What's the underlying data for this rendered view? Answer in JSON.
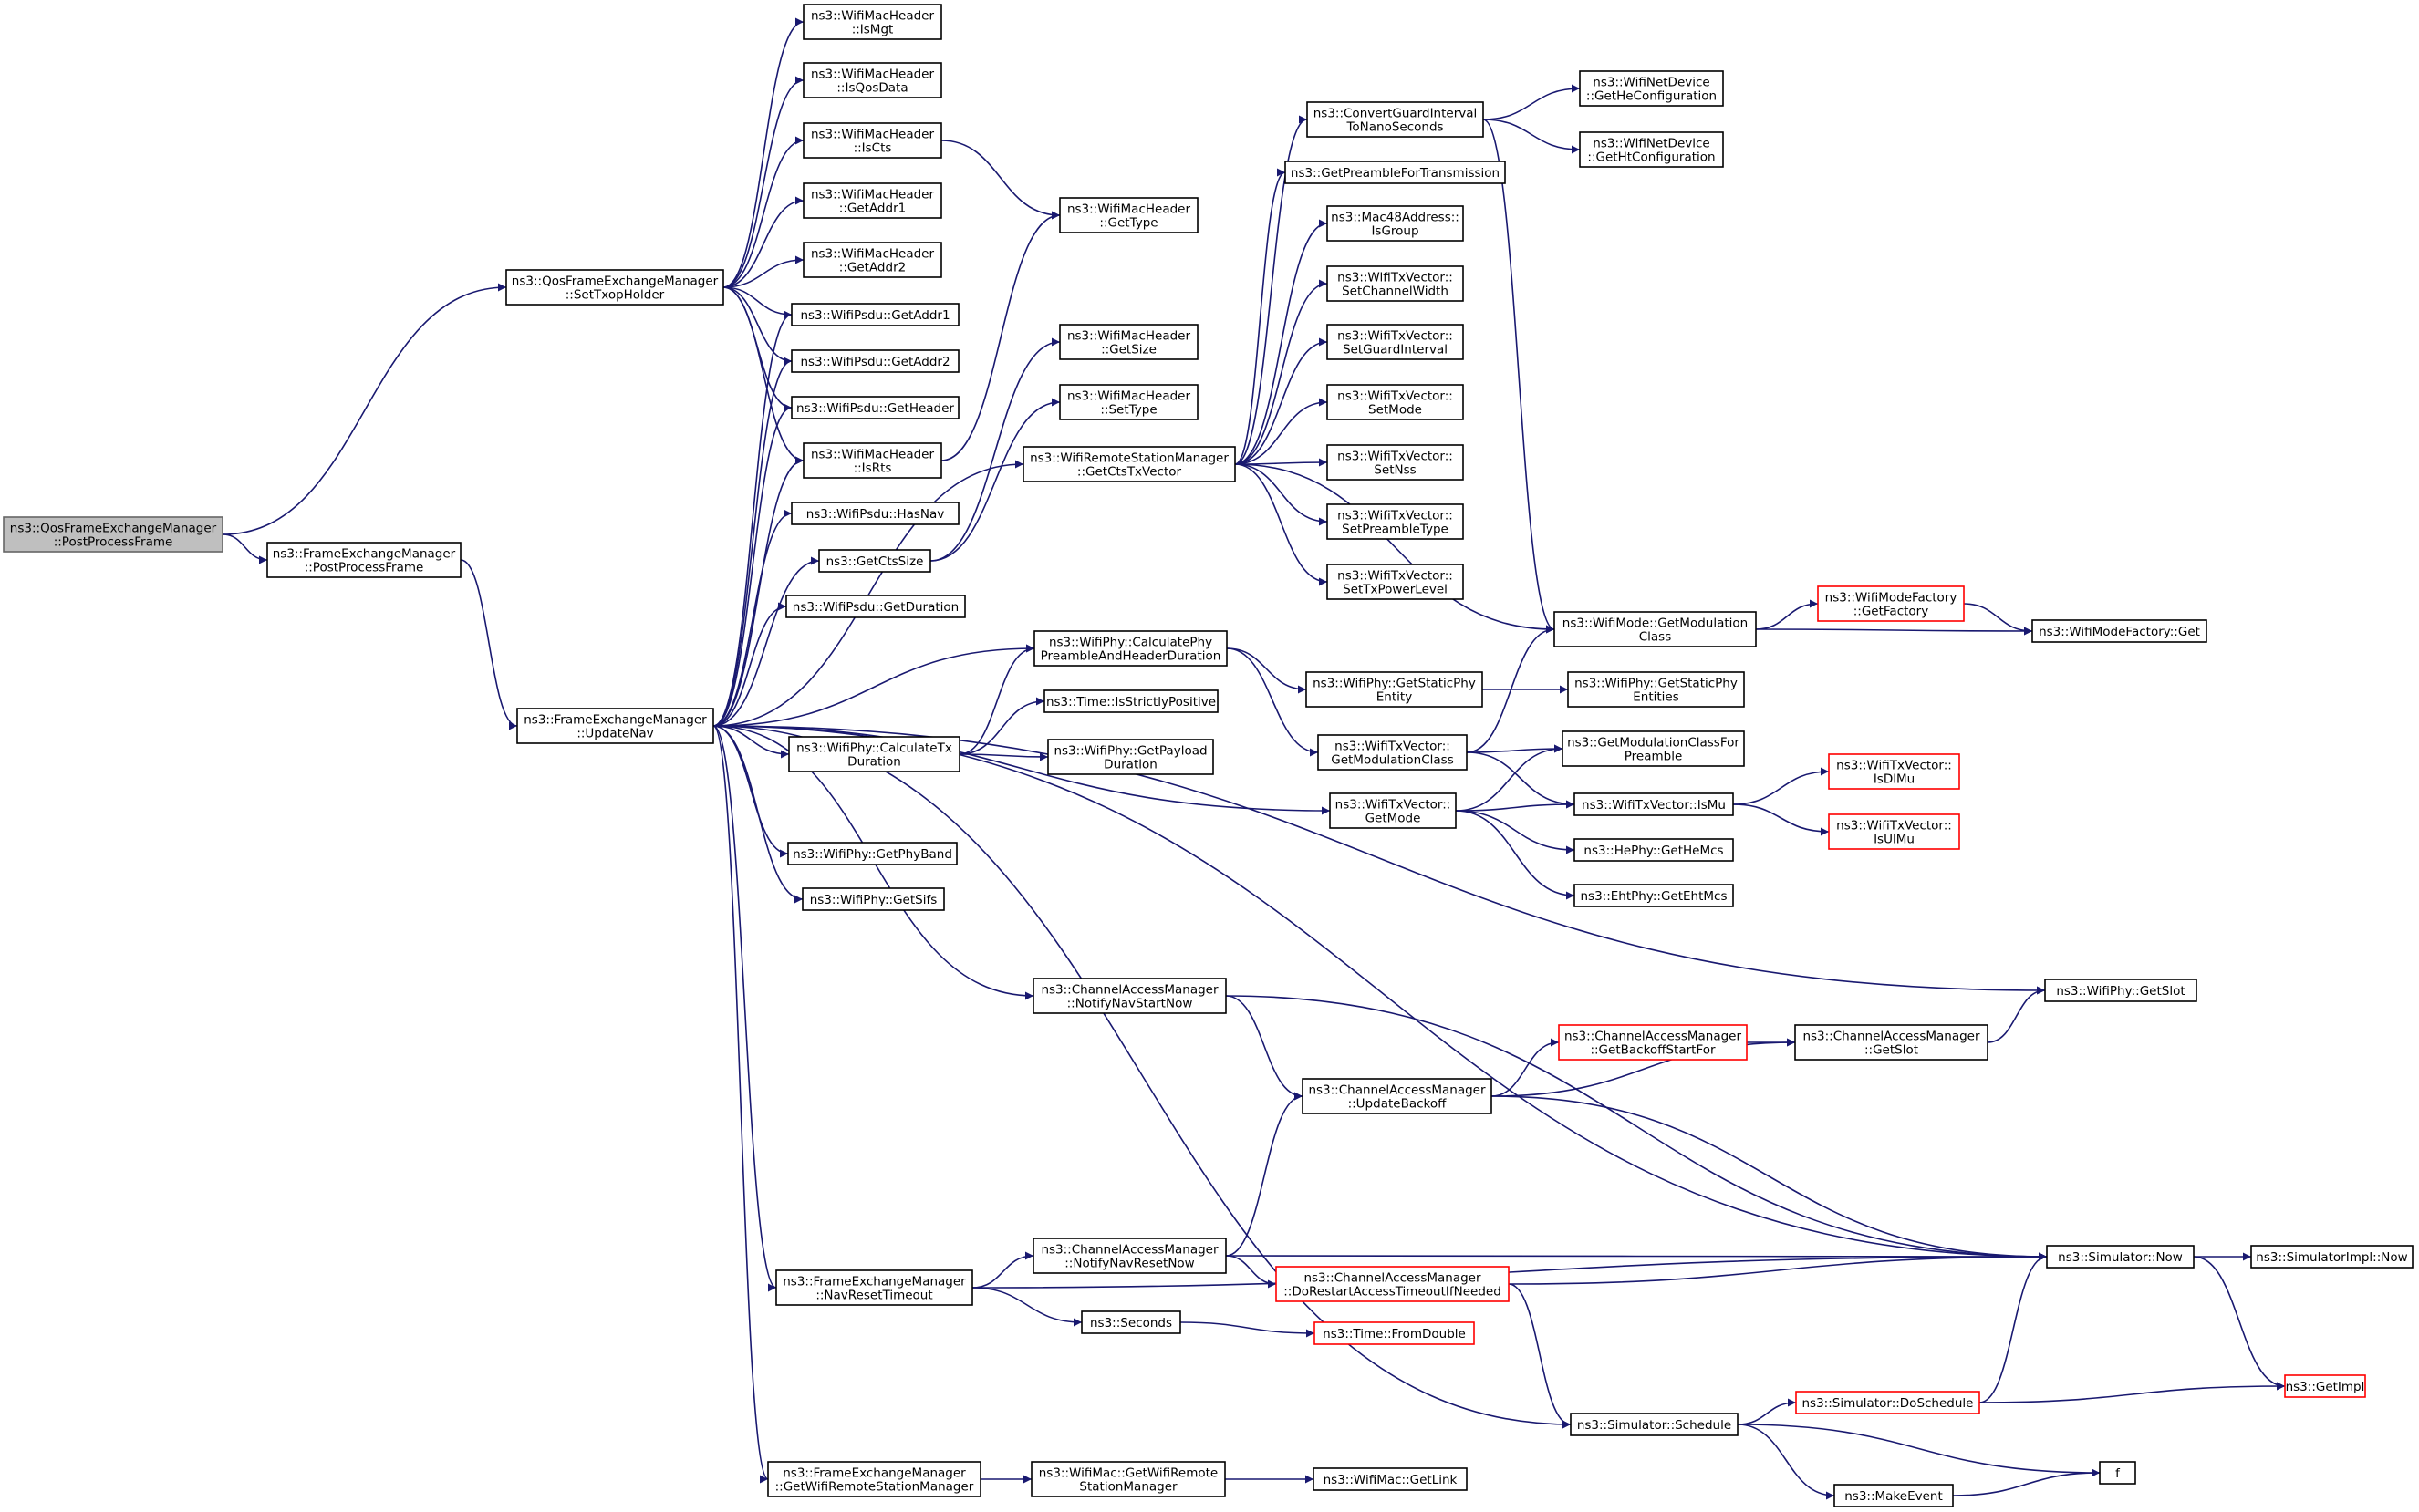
{
  "graph": {
    "edge_color": "#191970",
    "highlight_fill": "#bfbfbf",
    "truncated_border": "#ff0000",
    "nodes": [
      {
        "id": "root",
        "lines": [
          "ns3::QosFrameExchangeManager",
          "::PostProcessFrame"
        ],
        "style": "root"
      },
      {
        "id": "fem_post",
        "lines": [
          "ns3::FrameExchangeManager",
          "::PostProcessFrame"
        ]
      },
      {
        "id": "settxop",
        "lines": [
          "ns3::QosFrameExchangeManager",
          "::SetTxopHolder"
        ]
      },
      {
        "id": "updatenav",
        "lines": [
          "ns3::FrameExchangeManager",
          "::UpdateNav"
        ]
      },
      {
        "id": "ismgt",
        "lines": [
          "ns3::WifiMacHeader",
          "::IsMgt"
        ]
      },
      {
        "id": "isqosdata",
        "lines": [
          "ns3::WifiMacHeader",
          "::IsQosData"
        ]
      },
      {
        "id": "iscts",
        "lines": [
          "ns3::WifiMacHeader",
          "::IsCts"
        ]
      },
      {
        "id": "getaddr1h",
        "lines": [
          "ns3::WifiMacHeader",
          "::GetAddr1"
        ]
      },
      {
        "id": "getaddr2h",
        "lines": [
          "ns3::WifiMacHeader",
          "::GetAddr2"
        ]
      },
      {
        "id": "psdu_addr1",
        "lines": [
          "ns3::WifiPsdu::GetAddr1"
        ]
      },
      {
        "id": "psdu_addr2",
        "lines": [
          "ns3::WifiPsdu::GetAddr2"
        ]
      },
      {
        "id": "psdu_header",
        "lines": [
          "ns3::WifiPsdu::GetHeader"
        ]
      },
      {
        "id": "isrts",
        "lines": [
          "ns3::WifiMacHeader",
          "::IsRts"
        ]
      },
      {
        "id": "hasnav",
        "lines": [
          "ns3::WifiPsdu::HasNav"
        ]
      },
      {
        "id": "getctssize",
        "lines": [
          "ns3::GetCtsSize"
        ]
      },
      {
        "id": "getduration",
        "lines": [
          "ns3::WifiPsdu::GetDuration"
        ]
      },
      {
        "id": "gettype",
        "lines": [
          "ns3::WifiMacHeader",
          "::GetType"
        ]
      },
      {
        "id": "getsize",
        "lines": [
          "ns3::WifiMacHeader",
          "::GetSize"
        ]
      },
      {
        "id": "settype",
        "lines": [
          "ns3::WifiMacHeader",
          "::SetType"
        ]
      },
      {
        "id": "getctstx",
        "lines": [
          "ns3::WifiRemoteStationManager",
          "::GetCtsTxVector"
        ]
      },
      {
        "id": "calcpreamble",
        "lines": [
          "ns3::WifiPhy::CalculatePhy",
          "PreambleAndHeaderDuration"
        ]
      },
      {
        "id": "calctx",
        "lines": [
          "ns3::WifiPhy::CalculateTx",
          "Duration"
        ]
      },
      {
        "id": "isstrictpos",
        "lines": [
          "ns3::Time::IsStrictlyPositive"
        ]
      },
      {
        "id": "getpayload",
        "lines": [
          "ns3::WifiPhy::GetPayload",
          "Duration"
        ]
      },
      {
        "id": "getphyband",
        "lines": [
          "ns3::WifiPhy::GetPhyBand"
        ]
      },
      {
        "id": "getsifs",
        "lines": [
          "ns3::WifiPhy::GetSifs"
        ]
      },
      {
        "id": "convgi",
        "lines": [
          "ns3::ConvertGuardInterval",
          "ToNanoSeconds"
        ]
      },
      {
        "id": "getpreamble",
        "lines": [
          "ns3::GetPreambleForTransmission"
        ]
      },
      {
        "id": "isgroup",
        "lines": [
          "ns3::Mac48Address::",
          "IsGroup"
        ]
      },
      {
        "id": "setchw",
        "lines": [
          "ns3::WifiTxVector::",
          "SetChannelWidth"
        ]
      },
      {
        "id": "setgi",
        "lines": [
          "ns3::WifiTxVector::",
          "SetGuardInterval"
        ]
      },
      {
        "id": "setmode",
        "lines": [
          "ns3::WifiTxVector::",
          "SetMode"
        ]
      },
      {
        "id": "setnss",
        "lines": [
          "ns3::WifiTxVector::",
          "SetNss"
        ]
      },
      {
        "id": "setpreamble",
        "lines": [
          "ns3::WifiTxVector::",
          "SetPreambleType"
        ]
      },
      {
        "id": "settxpower",
        "lines": [
          "ns3::WifiTxVector::",
          "SetTxPowerLevel"
        ]
      },
      {
        "id": "gethecfg",
        "lines": [
          "ns3::WifiNetDevice",
          "::GetHeConfiguration"
        ]
      },
      {
        "id": "gethtcfg",
        "lines": [
          "ns3::WifiNetDevice",
          "::GetHtConfiguration"
        ]
      },
      {
        "id": "getmodclass",
        "lines": [
          "ns3::WifiMode::GetModulation",
          "Class"
        ]
      },
      {
        "id": "getfactory",
        "lines": [
          "ns3::WifiModeFactory",
          "::GetFactory"
        ],
        "style": "red"
      },
      {
        "id": "factoryget",
        "lines": [
          "ns3::WifiModeFactory::Get"
        ]
      },
      {
        "id": "staticphy",
        "lines": [
          "ns3::WifiPhy::GetStaticPhy",
          "Entity"
        ]
      },
      {
        "id": "staticphies",
        "lines": [
          "ns3::WifiPhy::GetStaticPhy",
          "Entities"
        ]
      },
      {
        "id": "txv_modclass",
        "lines": [
          "ns3::WifiTxVector::",
          "GetModulationClass"
        ]
      },
      {
        "id": "modclassfor",
        "lines": [
          "ns3::GetModulationClassFor",
          "Preamble"
        ]
      },
      {
        "id": "txv_getmode",
        "lines": [
          "ns3::WifiTxVector::",
          "GetMode"
        ]
      },
      {
        "id": "ismu",
        "lines": [
          "ns3::WifiTxVector::IsMu"
        ]
      },
      {
        "id": "isdlmu",
        "lines": [
          "ns3::WifiTxVector::",
          "IsDlMu"
        ],
        "style": "red"
      },
      {
        "id": "isulmu",
        "lines": [
          "ns3::WifiTxVector::",
          "IsUlMu"
        ],
        "style": "red"
      },
      {
        "id": "gethemcs",
        "lines": [
          "ns3::HePhy::GetHeMcs"
        ]
      },
      {
        "id": "getehtmcs",
        "lines": [
          "ns3::EhtPhy::GetEhtMcs"
        ]
      },
      {
        "id": "getslot",
        "lines": [
          "ns3::WifiPhy::GetSlot"
        ]
      },
      {
        "id": "notifystart",
        "lines": [
          "ns3::ChannelAccessManager",
          "::NotifyNavStartNow"
        ]
      },
      {
        "id": "getbackoff",
        "lines": [
          "ns3::ChannelAccessManager",
          "::GetBackoffStartFor"
        ],
        "style": "red"
      },
      {
        "id": "cam_getslot",
        "lines": [
          "ns3::ChannelAccessManager",
          "::GetSlot"
        ]
      },
      {
        "id": "updatebackoff",
        "lines": [
          "ns3::ChannelAccessManager",
          "::UpdateBackoff"
        ]
      },
      {
        "id": "navreset",
        "lines": [
          "ns3::FrameExchangeManager",
          "::NavResetTimeout"
        ]
      },
      {
        "id": "notifyreset",
        "lines": [
          "ns3::ChannelAccessManager",
          "::NotifyNavResetNow"
        ]
      },
      {
        "id": "dorestart",
        "lines": [
          "ns3::ChannelAccessManager",
          "::DoRestartAccessTimeoutIfNeeded"
        ],
        "style": "red"
      },
      {
        "id": "now",
        "lines": [
          "ns3::Simulator::Now"
        ]
      },
      {
        "id": "implnow",
        "lines": [
          "ns3::SimulatorImpl::Now"
        ]
      },
      {
        "id": "seconds",
        "lines": [
          "ns3::Seconds"
        ]
      },
      {
        "id": "fromdouble",
        "lines": [
          "ns3::Time::FromDouble"
        ],
        "style": "red"
      },
      {
        "id": "getimpl",
        "lines": [
          "ns3::GetImpl"
        ],
        "style": "red"
      },
      {
        "id": "schedule",
        "lines": [
          "ns3::Simulator::Schedule"
        ]
      },
      {
        "id": "doschedule",
        "lines": [
          "ns3::Simulator::DoSchedule"
        ],
        "style": "red"
      },
      {
        "id": "f",
        "lines": [
          "f"
        ]
      },
      {
        "id": "makeevent",
        "lines": [
          "ns3::MakeEvent"
        ]
      },
      {
        "id": "getwrsm",
        "lines": [
          "ns3::FrameExchangeManager",
          "::GetWifiRemoteStationManager"
        ]
      },
      {
        "id": "mac_getwrsm",
        "lines": [
          "ns3::WifiMac::GetWifiRemote",
          "StationManager"
        ]
      },
      {
        "id": "getlink",
        "lines": [
          "ns3::WifiMac::GetLink"
        ]
      }
    ],
    "edges": [
      [
        "root",
        "settxop"
      ],
      [
        "root",
        "fem_post"
      ],
      [
        "fem_post",
        "updatenav"
      ],
      [
        "settxop",
        "ismgt"
      ],
      [
        "settxop",
        "isqosdata"
      ],
      [
        "settxop",
        "iscts"
      ],
      [
        "settxop",
        "getaddr1h"
      ],
      [
        "settxop",
        "getaddr2h"
      ],
      [
        "settxop",
        "psdu_addr1"
      ],
      [
        "settxop",
        "psdu_addr2"
      ],
      [
        "settxop",
        "psdu_header"
      ],
      [
        "settxop",
        "isrts"
      ],
      [
        "iscts",
        "gettype"
      ],
      [
        "isrts",
        "gettype"
      ],
      [
        "updatenav",
        "psdu_addr1"
      ],
      [
        "updatenav",
        "psdu_addr2"
      ],
      [
        "updatenav",
        "psdu_header"
      ],
      [
        "updatenav",
        "isrts"
      ],
      [
        "updatenav",
        "hasnav"
      ],
      [
        "updatenav",
        "getctssize"
      ],
      [
        "updatenav",
        "getduration"
      ],
      [
        "updatenav",
        "getctstx"
      ],
      [
        "updatenav",
        "calcpreamble"
      ],
      [
        "updatenav",
        "calctx"
      ],
      [
        "updatenav",
        "txv_getmode"
      ],
      [
        "updatenav",
        "getphyband"
      ],
      [
        "updatenav",
        "getsifs"
      ],
      [
        "updatenav",
        "getslot"
      ],
      [
        "updatenav",
        "notifystart"
      ],
      [
        "updatenav",
        "now"
      ],
      [
        "updatenav",
        "navreset"
      ],
      [
        "updatenav",
        "schedule"
      ],
      [
        "updatenav",
        "getwrsm"
      ],
      [
        "getctssize",
        "getsize"
      ],
      [
        "getctssize",
        "settype"
      ],
      [
        "getctstx",
        "convgi"
      ],
      [
        "getctstx",
        "getpreamble"
      ],
      [
        "getctstx",
        "isgroup"
      ],
      [
        "getctstx",
        "setchw"
      ],
      [
        "getctstx",
        "setgi"
      ],
      [
        "getctstx",
        "setmode"
      ],
      [
        "getctstx",
        "setnss"
      ],
      [
        "getctstx",
        "setpreamble"
      ],
      [
        "getctstx",
        "settxpower"
      ],
      [
        "getctstx",
        "getmodclass"
      ],
      [
        "convgi",
        "gethecfg"
      ],
      [
        "convgi",
        "gethtcfg"
      ],
      [
        "convgi",
        "getmodclass"
      ],
      [
        "getmodclass",
        "getfactory"
      ],
      [
        "getmodclass",
        "factoryget"
      ],
      [
        "getfactory",
        "factoryget"
      ],
      [
        "calcpreamble",
        "staticphy"
      ],
      [
        "calcpreamble",
        "txv_modclass"
      ],
      [
        "staticphy",
        "staticphies"
      ],
      [
        "calctx",
        "calcpreamble"
      ],
      [
        "calctx",
        "isstrictpos"
      ],
      [
        "calctx",
        "getpayload"
      ],
      [
        "txv_modclass",
        "getmodclass"
      ],
      [
        "txv_modclass",
        "modclassfor"
      ],
      [
        "txv_modclass",
        "ismu"
      ],
      [
        "txv_getmode",
        "modclassfor"
      ],
      [
        "txv_getmode",
        "ismu"
      ],
      [
        "txv_getmode",
        "gethemcs"
      ],
      [
        "txv_getmode",
        "getehtmcs"
      ],
      [
        "ismu",
        "isdlmu"
      ],
      [
        "ismu",
        "isulmu"
      ],
      [
        "notifystart",
        "now"
      ],
      [
        "notifystart",
        "updatebackoff"
      ],
      [
        "updatebackoff",
        "getbackoff"
      ],
      [
        "updatebackoff",
        "cam_getslot"
      ],
      [
        "updatebackoff",
        "now"
      ],
      [
        "getbackoff",
        "cam_getslot"
      ],
      [
        "cam_getslot",
        "getslot"
      ],
      [
        "navreset",
        "notifyreset"
      ],
      [
        "navreset",
        "seconds"
      ],
      [
        "navreset",
        "now"
      ],
      [
        "notifyreset",
        "updatebackoff"
      ],
      [
        "notifyreset",
        "now"
      ],
      [
        "notifyreset",
        "dorestart"
      ],
      [
        "dorestart",
        "now"
      ],
      [
        "dorestart",
        "schedule"
      ],
      [
        "seconds",
        "fromdouble"
      ],
      [
        "now",
        "implnow"
      ],
      [
        "now",
        "getimpl"
      ],
      [
        "schedule",
        "doschedule"
      ],
      [
        "schedule",
        "f"
      ],
      [
        "schedule",
        "makeevent"
      ],
      [
        "doschedule",
        "now"
      ],
      [
        "doschedule",
        "getimpl"
      ],
      [
        "makeevent",
        "f"
      ],
      [
        "getwrsm",
        "mac_getwrsm"
      ],
      [
        "mac_getwrsm",
        "getlink"
      ]
    ]
  }
}
